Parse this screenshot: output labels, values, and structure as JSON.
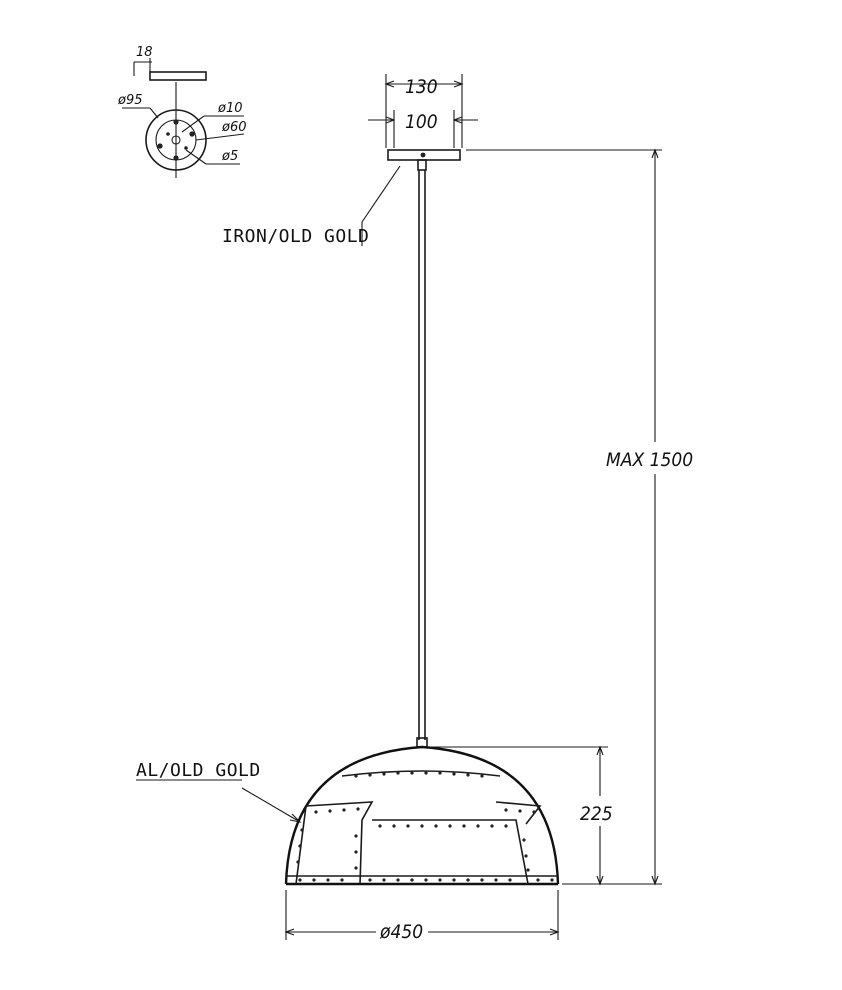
{
  "detail": {
    "dim_18": "18",
    "dim_95": "ø95",
    "dim_10": "ø10",
    "dim_60": "ø60",
    "dim_5": "ø5"
  },
  "canopy": {
    "dim_outer": "130",
    "dim_inner": "100",
    "material_label": "IRON/OLD GOLD"
  },
  "overall": {
    "max_height": "MAX 1500"
  },
  "shade": {
    "material_label": "AL/OLD GOLD",
    "height": "225",
    "diameter": "ø450"
  }
}
